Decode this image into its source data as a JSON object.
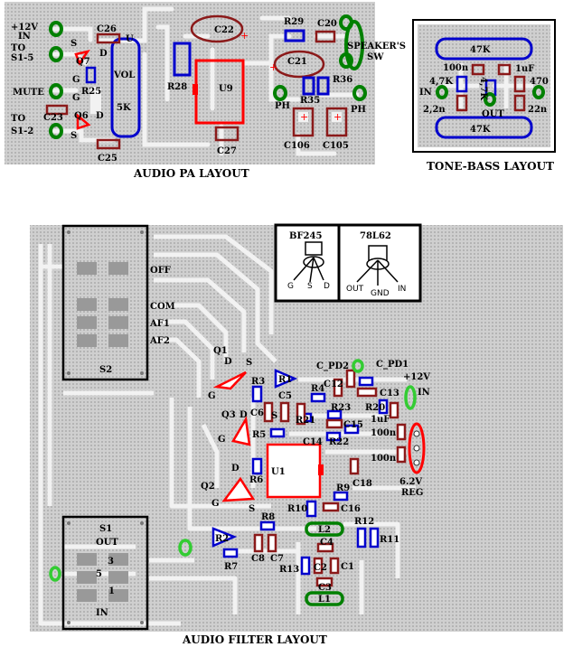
{
  "colors": {
    "board": "#c8c8c8",
    "trace": "#f2f2f2",
    "component_red": "#ff0000",
    "component_blue": "#0000cc",
    "component_brown": "#8b1a1a",
    "pad_green": "#008000",
    "pad_lightgreen": "#33cc33"
  },
  "pa": {
    "caption": "AUDIO PA LAYOUT",
    "labels": {
      "v12": "+12V",
      "in": "IN",
      "to1": "TO",
      "s1_5": "S1-5",
      "mute": "MUTE",
      "to2": "TO",
      "s1_2": "S1-2",
      "c26": "C26",
      "u": "U",
      "s1": "S",
      "q7": "Q7",
      "d1": "D",
      "g1": "G",
      "r25": "R25",
      "vol": "VOL",
      "k5": "5K",
      "c23": "C23",
      "q6": "Q6",
      "d2": "D",
      "g2": "G",
      "s2": "S",
      "c25": "C25",
      "c22": "C22",
      "r28": "R28",
      "u9": "U9",
      "c27": "C27",
      "r29": "R29",
      "c20": "C20",
      "c21": "C21",
      "speakers": "SPEAKER'S",
      "sw": "SW",
      "r35": "R35",
      "r36": "R36",
      "ph1": "PH",
      "ph2": "PH",
      "c106": "C106",
      "c105": "C105",
      "plus1": "+",
      "plus2": "+",
      "plus3": "+",
      "plus4": "+"
    }
  },
  "tone": {
    "caption": "TONE-BASS LAYOUT",
    "labels": {
      "k47a": "47K",
      "n100": "100n",
      "uf1": "1uF",
      "k47v": "4,7K",
      "k47v2": "4,7K",
      "r470": "470",
      "in": "IN",
      "n22a": "2,2n",
      "n22b": "22n",
      "out": "OUT",
      "k47b": "47K"
    }
  },
  "filter": {
    "caption": "AUDIO FILTER LAYOUT",
    "switch2": {
      "name": "S2",
      "positions": [
        "OFF",
        "COM",
        "AF1",
        "AF2"
      ]
    },
    "switch1": {
      "name": "S1",
      "out": "OUT",
      "in": "IN",
      "nums": [
        "3",
        "5",
        "1"
      ]
    },
    "pinout": {
      "bf_name": "BF245",
      "bf_pins": [
        "G",
        "S",
        "D"
      ],
      "reg_name": "78L62",
      "reg_pins": [
        "OUT",
        "GND",
        "IN"
      ]
    },
    "labels": {
      "q1": "Q1",
      "d1": "D",
      "s1": "S",
      "g1": "G",
      "r3": "R3",
      "r1": "R1",
      "c_pd2": "C_PD2",
      "c_pd1": "C_PD1",
      "v12": "+12V",
      "in": "IN",
      "c12": "C12",
      "c13": "C13",
      "r4": "R4",
      "c5": "C5",
      "q3": "Q3",
      "d3": "D",
      "s3": "S",
      "c6": "C6",
      "r23": "R23",
      "r20": "R20",
      "uf1": "1uF",
      "r21": "R21",
      "c15": "C15",
      "g3": "G",
      "r5": "R5",
      "c14": "C14",
      "r22": "R22",
      "n100a": "100n",
      "n100b": "100n",
      "d2": "D",
      "r6": "R6",
      "u1": "U1",
      "q2": "Q2",
      "c18": "C18",
      "reg62": "6.2V",
      "reg": "REG",
      "g2": "G",
      "s2": "S",
      "r9": "R9",
      "r10": "R10",
      "c16": "C16",
      "r8": "R8",
      "l2": "L2",
      "r12": "R12",
      "r11": "R11",
      "r2": "R2",
      "c8": "C8",
      "c7": "C7",
      "c4": "C4",
      "r7": "R7",
      "r13": "R13",
      "c2": "C2",
      "c1": "C1",
      "c3": "C3",
      "l1": "L1"
    }
  }
}
